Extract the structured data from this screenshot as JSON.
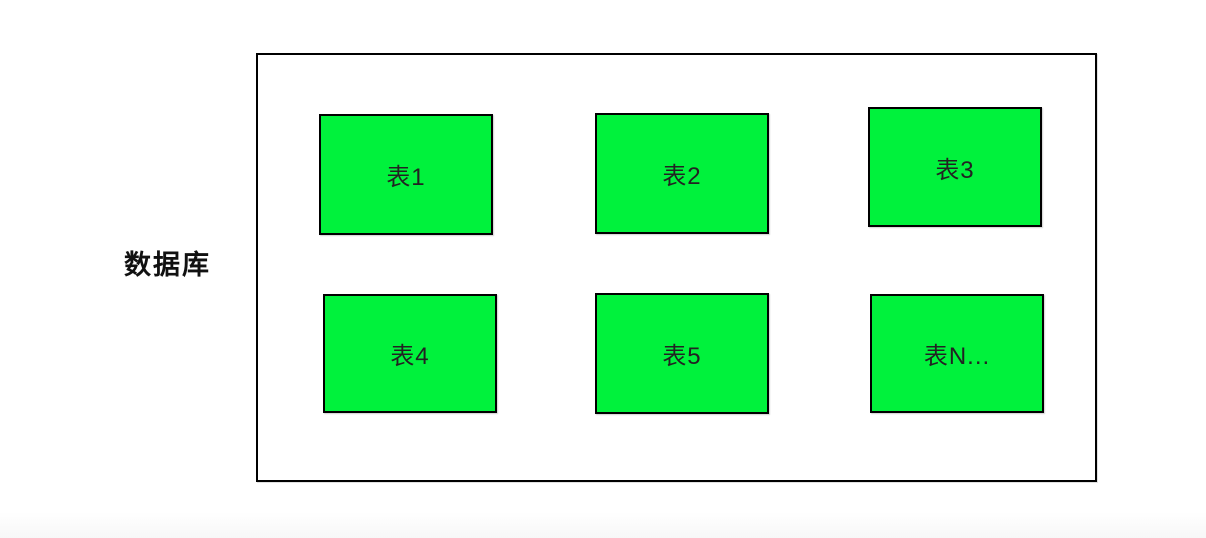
{
  "diagram": {
    "container_label": "数据库",
    "tables": [
      {
        "label": "表1"
      },
      {
        "label": "表2"
      },
      {
        "label": "表3"
      },
      {
        "label": "表4"
      },
      {
        "label": "表5"
      },
      {
        "label": "表N..."
      }
    ],
    "colors": {
      "table_fill": "#00f23c",
      "table_border": "#000000",
      "container_border": "#000000",
      "canvas_background": "#ffffff",
      "label_text": "#111111",
      "table_text": "#222222"
    }
  }
}
